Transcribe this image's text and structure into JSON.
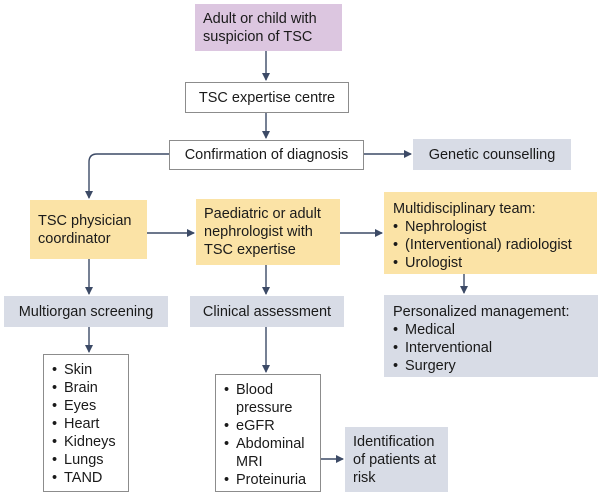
{
  "nodes": {
    "start": "Adult or child with suspicion of TSC",
    "expertise_centre": "TSC expertise centre",
    "confirmation": "Confirmation of diagnosis",
    "genetic_counselling": "Genetic counselling",
    "physician": "TSC physician coordinator",
    "nephrologist": "Paediatric or adult nephrologist with TSC expertise",
    "mdt_title": "Multidisciplinary team:",
    "mdt_items": [
      "Nephrologist",
      "(Interventional) radiologist",
      "Urologist"
    ],
    "multiorgan": "Multiorgan screening",
    "clinical": "Clinical assessment",
    "personalized_title": "Personalized management:",
    "personalized_items": [
      "Medical",
      "Interventional",
      "Surgery"
    ],
    "organs": [
      "Skin",
      "Brain",
      "Eyes",
      "Heart",
      "Kidneys",
      "Lungs",
      "TAND"
    ],
    "assessment_items": [
      "Blood pressure",
      "eGFR",
      "Abdominal MRI",
      "Proteinuria"
    ],
    "identification": "Identification of patients at risk"
  },
  "colors": {
    "start": "#dcc6e0",
    "coordinator": "#fbe3a6",
    "action": "#d8dce6",
    "arrow": "#3c4a66"
  }
}
